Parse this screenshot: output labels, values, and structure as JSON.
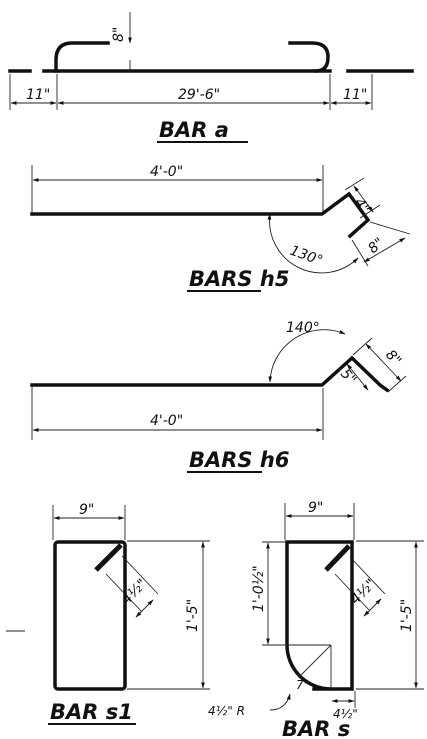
{
  "bar_a": {
    "hook_height": "8\"",
    "left_extension": "11\"",
    "main_length": "29'-6\"",
    "right_extension": "11\"",
    "title": "BAR a"
  },
  "bars_h5": {
    "length": "4'-0\"",
    "short_leg": "4\"",
    "long_leg": "8\"",
    "angle": "130°",
    "title": "BARS h5"
  },
  "bars_h6": {
    "angle": "140°",
    "long_leg": "8\"",
    "short_leg": "5\"",
    "length": "4'-0\"",
    "title": "BARS h6"
  },
  "bar_s1": {
    "width": "9\"",
    "hook": "4½\"",
    "height": "1'-5\"",
    "title": "BAR s1"
  },
  "bar_s": {
    "width": "9\"",
    "left_height": "1'-0½\"",
    "hook": "4½\"",
    "height": "1'-5\"",
    "bend_chord": "7\"",
    "radius": "4½\" R",
    "bottom_dim": "4½\"",
    "title": "BAR s"
  }
}
